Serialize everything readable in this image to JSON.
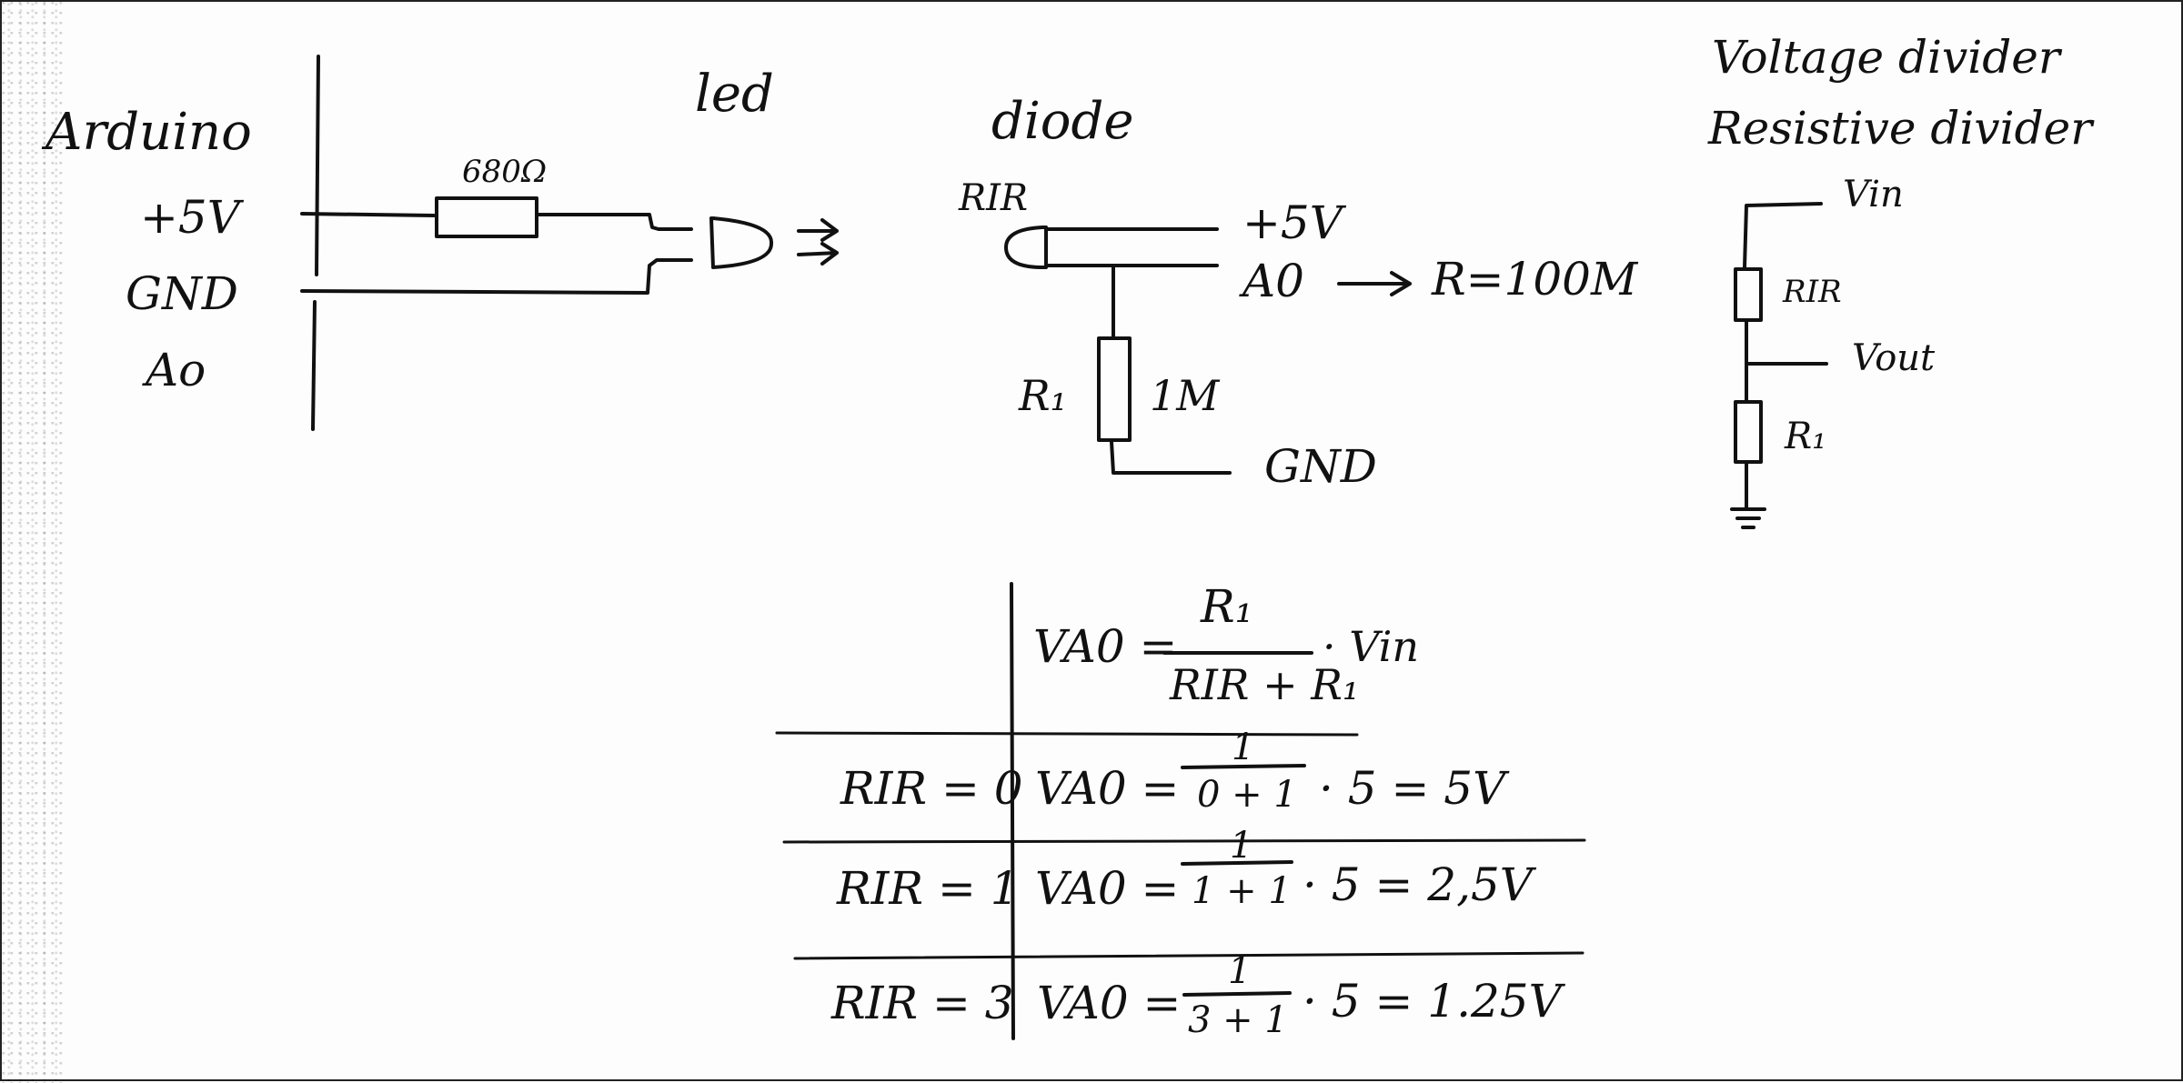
{
  "arduino": {
    "title": "Arduino",
    "pins": [
      "+5V",
      "GND",
      "Ao"
    ]
  },
  "led": {
    "label": "led",
    "resistor": "680Ω"
  },
  "diode": {
    "label": "diode",
    "rir": "RIR",
    "plus5v": "+5V",
    "a0": "A0",
    "arrow": "→",
    "r_value": "R=100M",
    "r1": "R₁",
    "r1_value": "1M",
    "gnd": "GND"
  },
  "divider": {
    "title1": "Voltage divider",
    "title2": "Resistive divider",
    "vin": "Vin",
    "rir": "RIR",
    "vout": "Vout",
    "r1": "R₁"
  },
  "formula": {
    "lhs": "VA0 =",
    "numerator": "R₁",
    "denominator": "RIR + R₁",
    "tail": "· Vin",
    "rows": [
      {
        "condition": "RIR = 0",
        "lhs": "VA0 =",
        "numerator": "1",
        "denominator": "0 + 1",
        "tail": "· 5 = 5V"
      },
      {
        "condition": "RIR = 1",
        "lhs": "VA0 =",
        "numerator": "1",
        "denominator": "1 + 1",
        "tail": "· 5 = 2,5V"
      },
      {
        "condition": "RIR = 3",
        "lhs": "VA0 =",
        "numerator": "1",
        "denominator": "3 + 1",
        "tail": "· 5 = 1.25V"
      }
    ]
  }
}
